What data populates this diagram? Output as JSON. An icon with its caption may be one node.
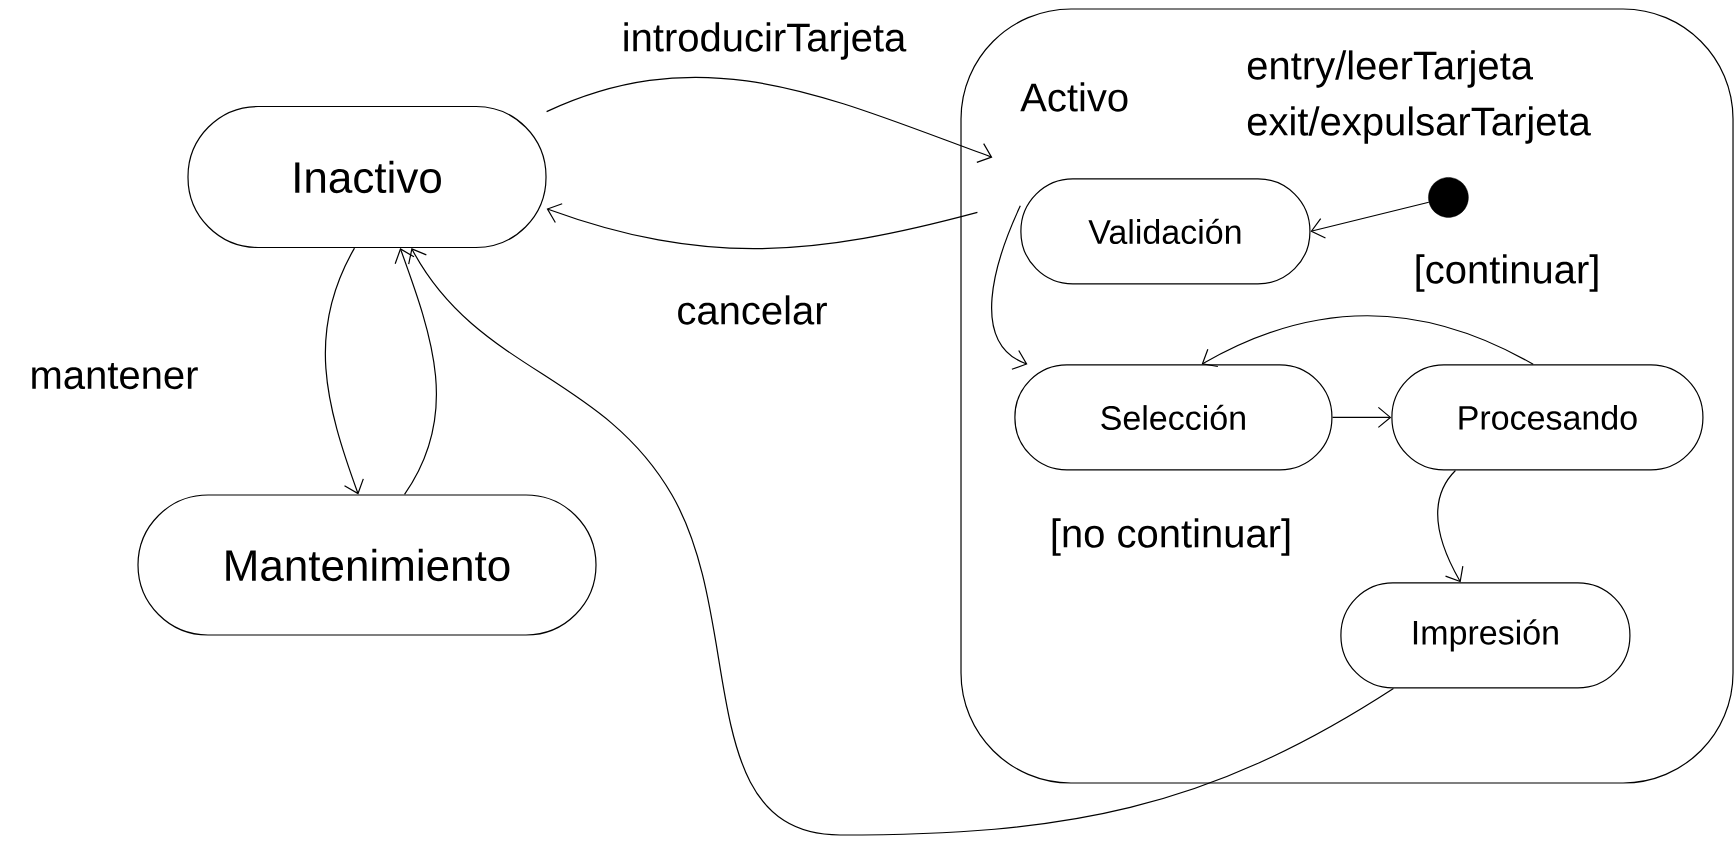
{
  "diagram": {
    "nodes": [
      {
        "text": [
          "Inactivo"
        ]
      },
      {
        "text": [
          "Mantenimiento"
        ]
      },
      {
        "text": [
          "Activo",
          "entry/leerTarjeta",
          "exit/expulsarTarjeta"
        ]
      },
      {
        "text": [
          "Validación"
        ],
        "in": 2
      },
      {
        "text": [],
        "shape": "circle",
        "in": 2
      },
      {
        "text": [
          "Selección"
        ],
        "in": 2
      },
      {
        "text": [
          "Procesando"
        ],
        "in": 2
      },
      {
        "text": [
          "Impresión"
        ],
        "in": 2
      }
    ],
    "edges": [
      {
        "from": 0,
        "to": 2,
        "arrow": "to",
        "label": "introducirTarjeta"
      },
      {
        "from": 2,
        "to": 0,
        "arrow": "to",
        "label": "cancelar"
      },
      {
        "from": 0,
        "to": 1,
        "arrow": "to",
        "label": "mantener"
      },
      {
        "from": 1,
        "to": 0,
        "arrow": "to"
      },
      {
        "from": 4,
        "to": 3,
        "arrow": "to"
      },
      {
        "from": 3,
        "to": 5,
        "arrow": "to"
      },
      {
        "from": 5,
        "to": 6,
        "arrow": "to"
      },
      {
        "from": 6,
        "to": 5,
        "arrow": "to",
        "label": "[continuar]"
      },
      {
        "from": 6,
        "to": 7,
        "arrow": "to",
        "label": "[no continuar]"
      },
      {
        "from": 7,
        "to": 0,
        "arrow": "to"
      }
    ]
  }
}
